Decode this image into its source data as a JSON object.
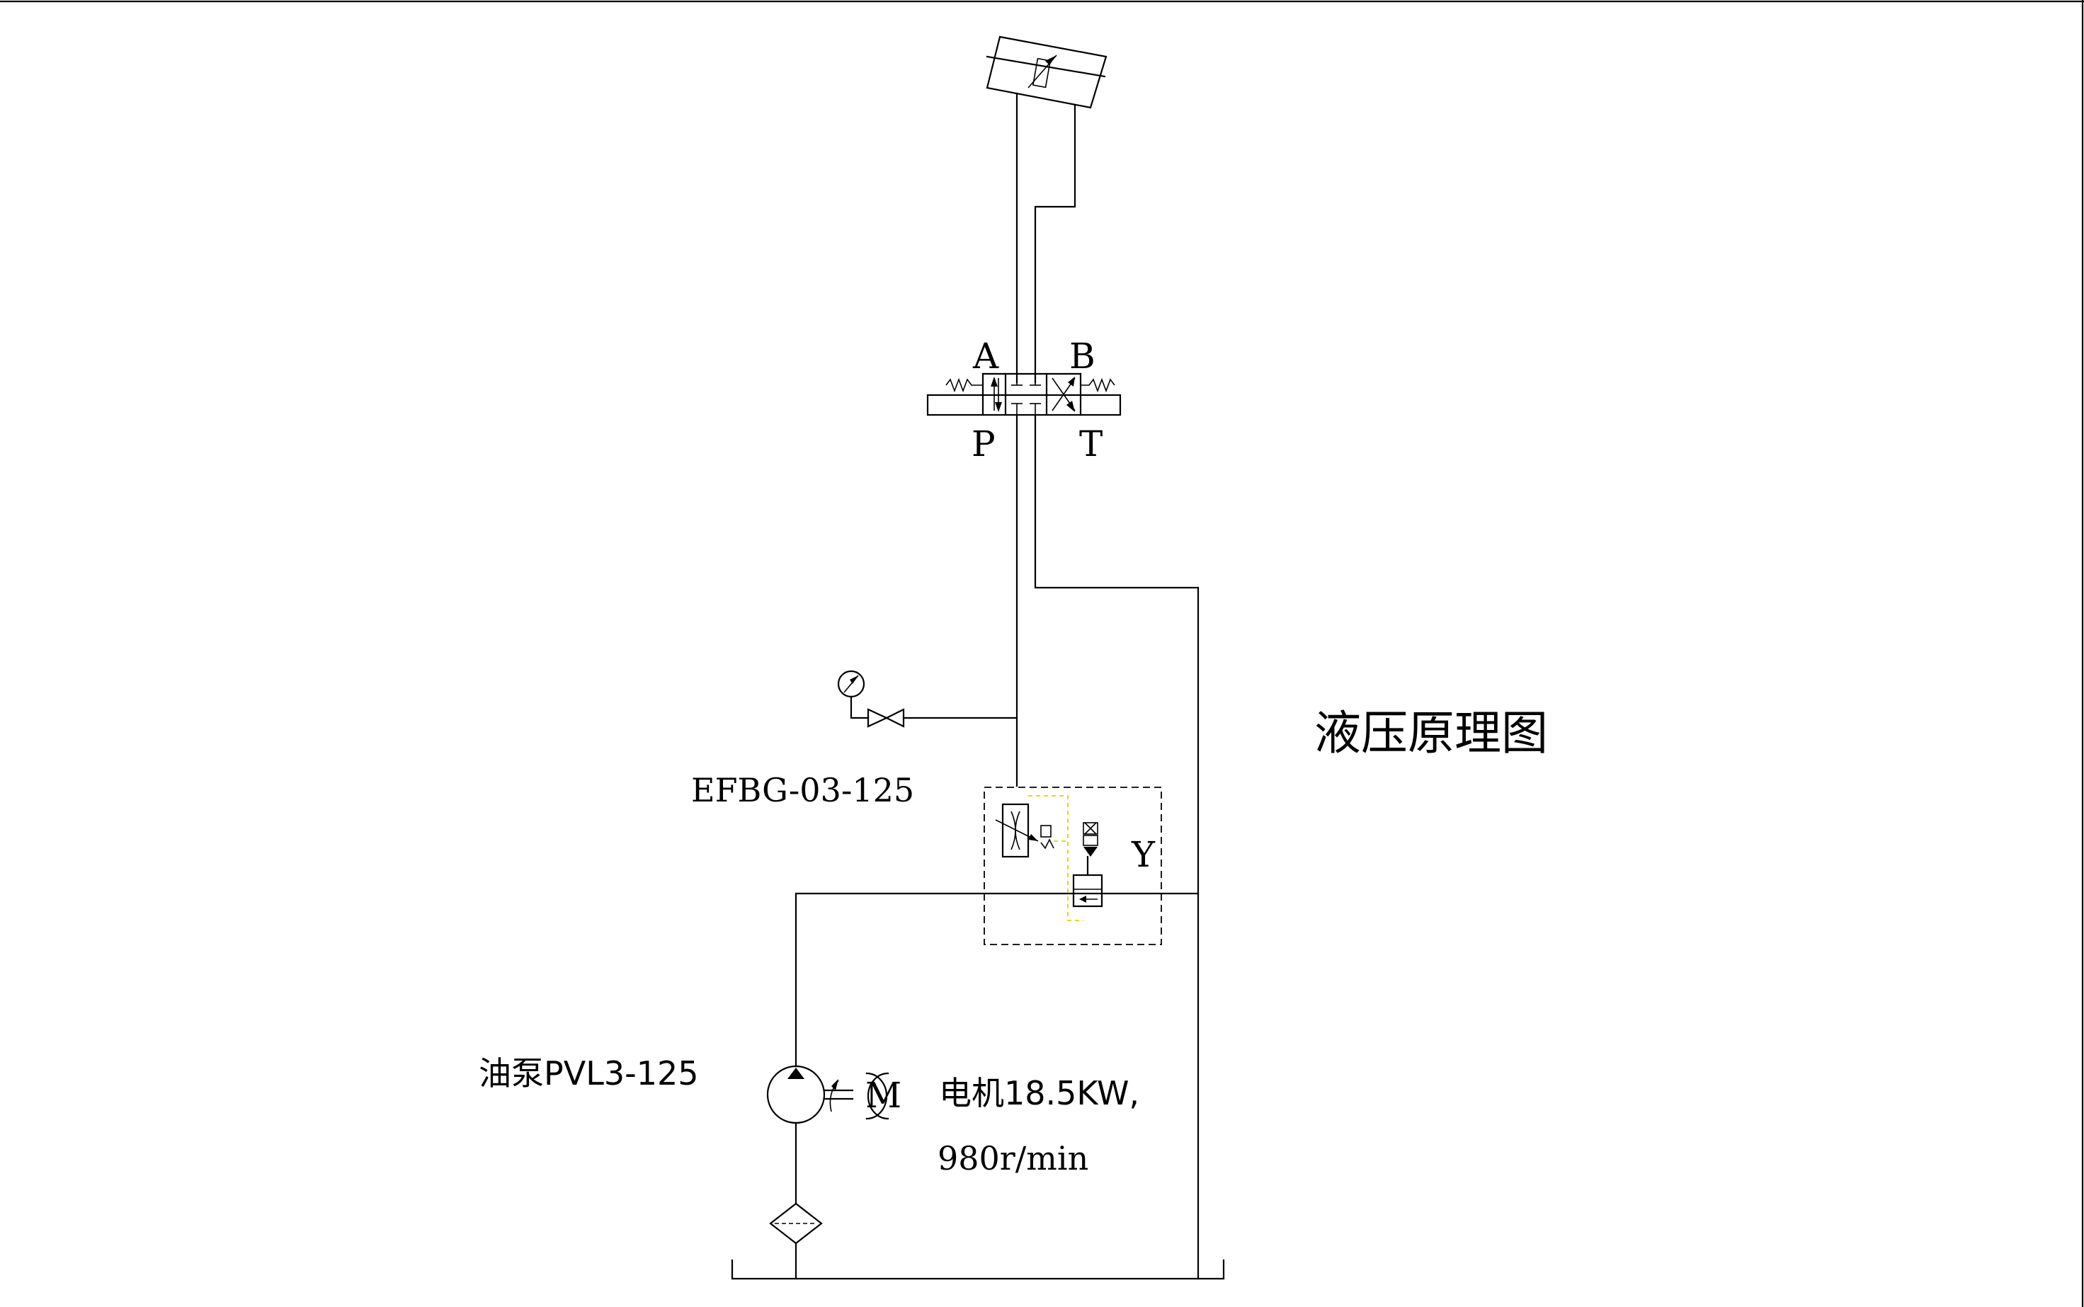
{
  "title": "液压原理图",
  "ports": {
    "a": "A",
    "b": "B",
    "p": "P",
    "t": "T"
  },
  "valve_block": {
    "model": "EFBG-03-125",
    "y_port": "Y"
  },
  "pump": {
    "label": "油泵PVL3-125"
  },
  "motor": {
    "symbol": "M",
    "line1": "电机18.5KW,",
    "line2": "980r/min"
  },
  "spring_marks": {
    "left": "W",
    "right": "W"
  },
  "colors": {
    "line": "#000000",
    "pilot": "#e8d000",
    "background": "#ffffff"
  },
  "icons": [
    "hydraulic-cylinder-icon",
    "directional-valve-icon",
    "pressure-gauge-icon",
    "shutoff-valve-icon",
    "pump-icon",
    "motor-icon",
    "filter-icon",
    "tank-icon"
  ]
}
